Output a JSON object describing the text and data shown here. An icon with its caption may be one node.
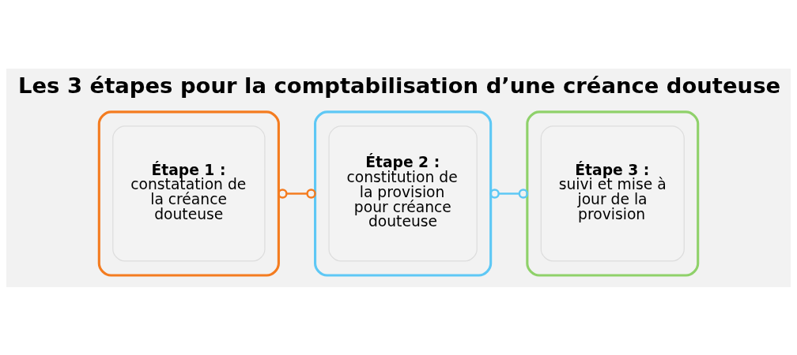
{
  "diagram": {
    "title": "Les 3 étapes pour la comptabilisation d’une créance douteuse",
    "nodes": [
      {
        "text": [],
        "shape": "box"
      },
      {
        "text": [
          "Étape 1 :",
          "constatation de la créance douteuse"
        ],
        "in": 0
      },
      {
        "text": [],
        "shape": "box"
      },
      {
        "text": [
          "Étape 2 :",
          "constitution de la provision pour créance douteuse"
        ],
        "in": 2
      },
      {
        "text": [],
        "shape": "box"
      },
      {
        "text": [
          "Étape 3 :",
          "suivi et mise à jour de la provision"
        ],
        "in": 4
      }
    ],
    "edges": [
      {
        "from": 0,
        "to": 2,
        "arrow": "other",
        "color": "#f47c20"
      },
      {
        "from": 2,
        "to": 4,
        "arrow": "other",
        "color": "#5ec8f5"
      }
    ]
  }
}
